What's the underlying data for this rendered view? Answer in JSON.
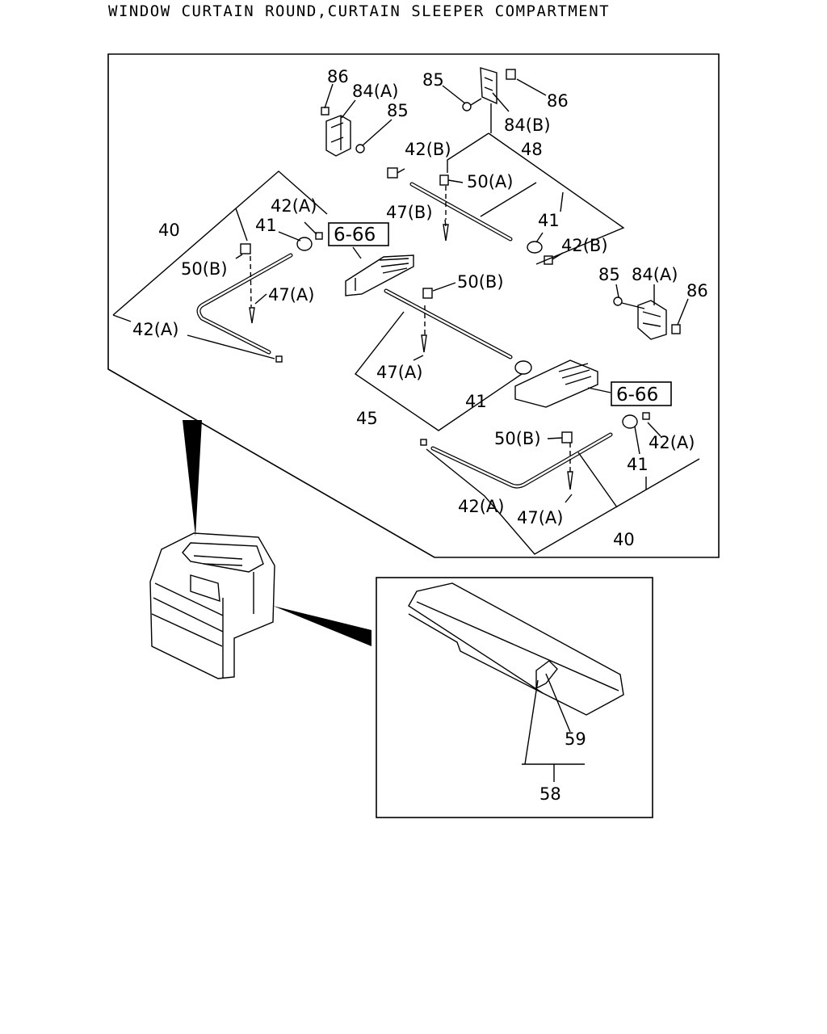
{
  "title": "WINDOW CURTAIN ROUND,CURTAIN SLEEPER COMPARTMENT",
  "labels": {
    "l86a": "86",
    "l84a1": "84(A)",
    "l85a": "85",
    "l85b": "85",
    "l86b": "86",
    "l84b": "84(B)",
    "l42b1": "42(B)",
    "l48": "48",
    "l50a": "50(A)",
    "l47b": "47(B)",
    "l41c": "41",
    "l42b2": "42(B)",
    "l42a1": "42(A)",
    "l41a": "41",
    "l40a": "40",
    "l50b1": "50(B)",
    "l47a1": "47(A)",
    "l42a2": "42(A)",
    "l66a": "6-66",
    "l50b2": "50(B)",
    "l47a2": "47(A)",
    "l85c": "85",
    "l84a2": "84(A)",
    "l86c": "86",
    "l66b": "6-66",
    "l41b": "41",
    "l45": "45",
    "l50b3": "50(B)",
    "l42a3": "42(A)",
    "l41d": "41",
    "l42a4": "42(A)",
    "l47a3": "47(A)",
    "l40b": "40",
    "l59": "59",
    "l58": "58"
  }
}
